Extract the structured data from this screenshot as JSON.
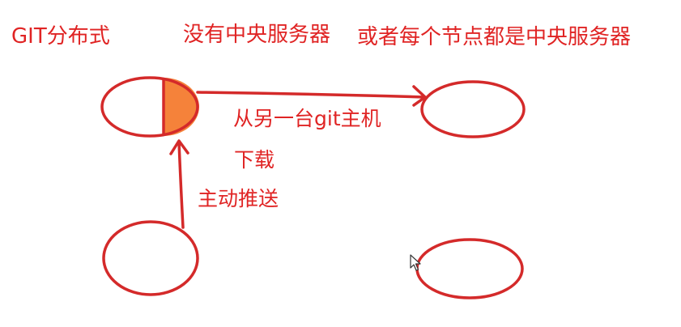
{
  "labels": {
    "title": "GIT分布式",
    "no_central_server": "没有中央服务器",
    "each_node_server": "或者每个节点都是中央服务器",
    "download_from_host": "从另一台git主机",
    "download": "下载",
    "push_actively": "主动推送"
  },
  "colors": {
    "line": "#d42a2a",
    "text": "#e02424",
    "highlight_fill": "#f5823a",
    "background": "#ffffff"
  },
  "icons": {
    "cursor": "mouse-pointer-icon"
  }
}
